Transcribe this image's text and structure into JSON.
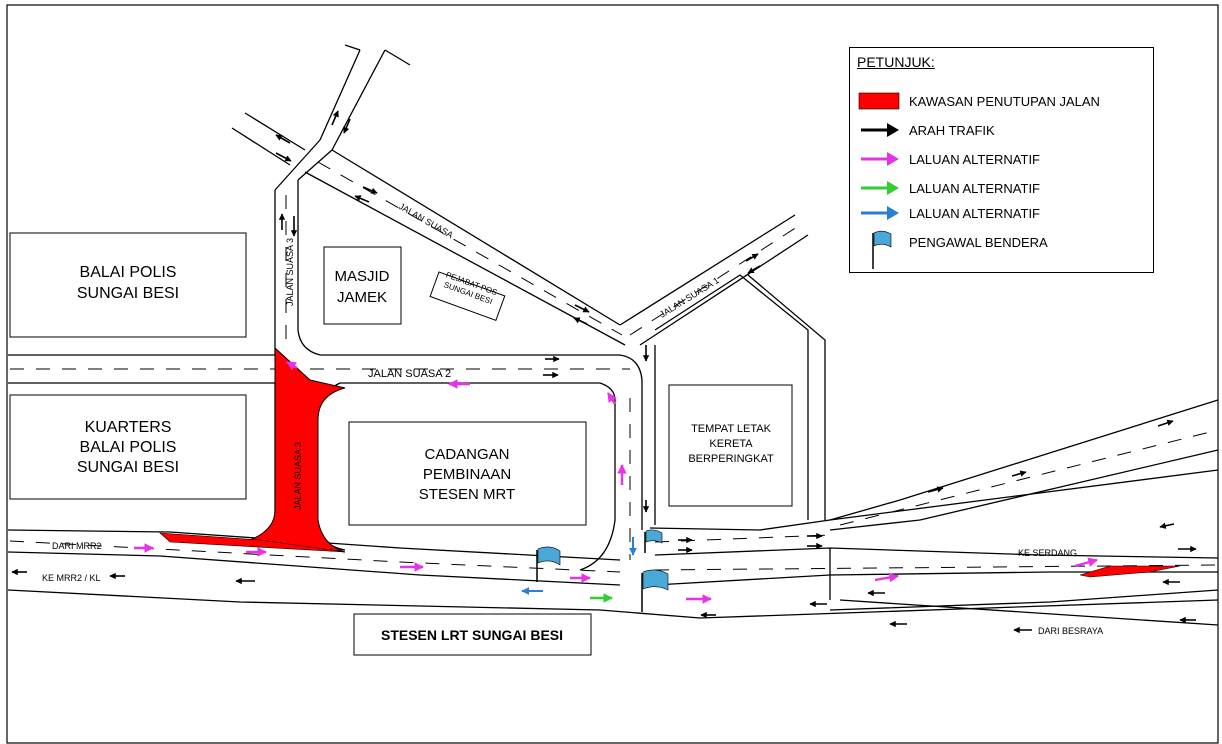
{
  "map": {
    "frame_border_color": "#000000",
    "road_color": "#000000",
    "closure_color": "#ff0000",
    "colors": {
      "traffic": "#000000",
      "alt_magenta": "#e633e6",
      "alt_green": "#33cc33",
      "alt_blue": "#2a7fd4",
      "flag": "#4aa8d8"
    },
    "roads": {
      "jalan_suasa": "JALAN SUASA",
      "jalan_suasa_1": "JALAN SUASA 1",
      "jalan_suasa_2": "JALAN SUASA 2",
      "jalan_suasa_3_top": "JALAN SUASA 3",
      "jalan_suasa_3_bottom": "JALAN SUASA 3",
      "dari_mrr2": "DARI MRR2",
      "ke_mrr2_kl": "KE MRR2 / KL",
      "ke_serdang": "KE SERDANG",
      "dari_besraya": "DARI BESRAYA"
    },
    "buildings": {
      "balai_polis": [
        "BALAI POLIS",
        "SUNGAI BESI"
      ],
      "kuarters": [
        "KUARTERS",
        "BALAI POLIS",
        "SUNGAI BESI"
      ],
      "masjid": [
        "MASJID",
        "JAMEK"
      ],
      "pejabat_pos": [
        "PEJABAT POS",
        "SUNGAI BESI"
      ],
      "cadangan": [
        "CADANGAN",
        "PEMBINAAN",
        "STESEN MRT"
      ],
      "tempat_letak": [
        "TEMPAT LETAK",
        "KERETA",
        "BERPERINGKAT"
      ],
      "stesen_lrt": "STESEN LRT SUNGAI BESI"
    }
  },
  "legend": {
    "title": "PETUNJUK:",
    "items": [
      {
        "label": "KAWASAN PENUTUPAN JALAN",
        "symbol": "closure-rect",
        "color": "#ff0000"
      },
      {
        "label": "ARAH TRAFIK",
        "symbol": "arrow-right-icon",
        "color": "#000000"
      },
      {
        "label": "LALUAN ALTERNATIF",
        "symbol": "arrow-right-icon",
        "color": "#e633e6"
      },
      {
        "label": "LALUAN ALTERNATIF",
        "symbol": "arrow-right-icon",
        "color": "#33cc33"
      },
      {
        "label": "LALUAN ALTERNATIF",
        "symbol": "arrow-right-icon",
        "color": "#2a7fd4"
      },
      {
        "label": "PENGAWAL BENDERA",
        "symbol": "flag-icon",
        "color": "#4aa8d8"
      }
    ]
  }
}
